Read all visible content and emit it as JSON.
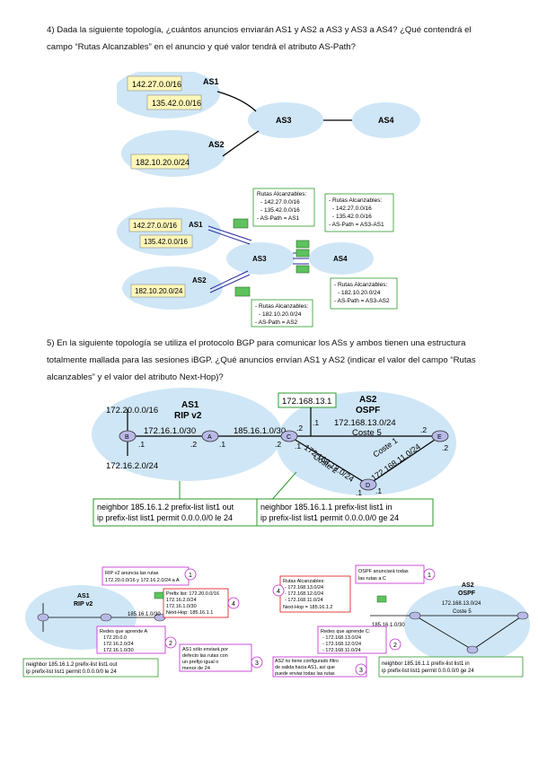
{
  "q4": {
    "text": "4) Dada la siguiente topología, ¿cuántos anuncios enviarán AS1 y AS2 a AS3 y AS3 a AS4? ¿Qué contendrá el campo “Rutas Alcanzables” en el anuncio y qué valor tendrá el atributo AS-Path?"
  },
  "fig1": {
    "as1": "AS1",
    "as2": "AS2",
    "as3": "AS3",
    "as4": "AS4",
    "net1": "142.27.0.0/16",
    "net2": "135.42.0.0/16",
    "net3": "182.10.20.0/24"
  },
  "fig2": {
    "as1": "AS1",
    "as2": "AS2",
    "as3": "AS3",
    "as4": "AS4",
    "net1": "142.27.0.0/16",
    "net2": "135.42.0.0/16",
    "net3": "182.10.20.0/24",
    "box_as1": [
      "Rutas Alcanzables:",
      "- 142.27.0.0/16",
      "- 135.42.0.0/16",
      "- AS-Path = AS1"
    ],
    "box_as3_top": [
      "- Rutas Alcanzables:",
      "- 142.27.0.0/16",
      "- 135.42.0.0/16",
      "- AS-Path = AS3-AS1"
    ],
    "box_as2": [
      "- Rutas Alcanzables:",
      "- 182.10.20.0/24",
      "- AS-Path = AS2"
    ],
    "box_as3_bottom": [
      "- Rutas Alcanzables:",
      "- 182.10.20.0/24",
      "- AS-Path = AS3-AS2"
    ]
  },
  "q5": {
    "text": "5) En la siguiente topología se utiliza el protocolo BGP para comunicar los ASs y ambos tienen una estructura totalmente mallada para las sesiones iBGP. ¿Qué anuncios envían AS1 y AS2 (indicar el valor del campo “Rutas alcanzables” y el valor del atributo Next-Hop)?"
  },
  "fig3": {
    "as1": "AS1",
    "as1_proto": "RIP v2",
    "as2": "AS2",
    "as2_proto": "OSPF",
    "net_a": "172.20.0.0/16",
    "net_b": "172.16.2.0/24",
    "net_c": "172.16.1.0/30",
    "link": "185.16.1.0/30",
    "lan": "172.168.13.1",
    "net_d": "172.168.13.0/24",
    "coste5": "Coste 5",
    "coste2": "Coste 2",
    "net_e": "172.168.12.0/24",
    "coste1": "Coste 1",
    "net_f": "172.168.11.0/24",
    "routers": [
      "B",
      "A",
      "C",
      "E",
      "D"
    ],
    "iface": [
      ".1",
      ".2",
      ".1",
      ".2",
      ".1",
      ".1",
      ".2",
      ".2",
      ".1",
      ".1",
      ".2"
    ],
    "cfg_left": [
      "neighbor 185.16.1.2 prefix-list list1 out",
      "ip prefix-list list1 permit 0.0.0.0/0 le 24"
    ],
    "cfg_right": [
      "neighbor 185.16.1.1 prefix-list list1 in",
      "ip prefix-list list1 permit 0.0.0.0/0 ge 24"
    ]
  },
  "fig4": {
    "as1": "AS1",
    "as1_proto": "RIP v2",
    "note1": [
      "RIP v2 anuncia las rutas",
      "172.20.0.0/16 y 172.16.2.0/24 a A"
    ],
    "note4": [
      "Prefix list: 172.20.0.0/16",
      "172.16.2.0/24",
      "172.16.1.0/30",
      "Next-Hop: 185.16.1.1"
    ],
    "note2": [
      "Redes que aprende A",
      "172.20.0.0",
      "172.16.2.0/24",
      "172.16.1.0/30"
    ],
    "note3": [
      "AS1 sólo enviará por",
      "defecto las rutas con",
      "un prefijo igual o",
      "menor de 24"
    ],
    "link": "185.16.1.0/30",
    "cfg": [
      "neighbor 185.16.1.2 prefix-list list1 out",
      "ip prefix-list list1 permit 0.0.0.0/0 le 24"
    ],
    "nums": [
      "1",
      "4",
      "2",
      "3"
    ]
  },
  "fig5": {
    "as2": "AS2",
    "as2_proto": "OSPF",
    "note1": [
      "OSPF anunciará todas",
      "las rutas a C"
    ],
    "note4": [
      "Rutas Alcanzables:",
      "- 172.168.13.0/24",
      "- 172.168.12.0/24",
      "- 172.168.11.0/24",
      "Next-Hop = 185.16.1.2"
    ],
    "note2": [
      "Redes que aprende C:",
      "- 172.168.13.0/24",
      "- 172.168.12.0/24",
      "- 172.168.11.0/24"
    ],
    "note3": [
      "AS2 no tiene configurado filtro",
      "de salida hacia AS1, así que",
      "puede enviar todas las rutas"
    ],
    "link": "185.16.1.0/30",
    "net_d": "172.168.13.0/24",
    "coste5": "Coste 5",
    "cfg": [
      "neighbor 185.16.1.1 prefix-list list1 in",
      "ip prefix-list list1 permit 0.0.0.0/0 ge 24"
    ],
    "nums": [
      "1",
      "4",
      "2",
      "3"
    ]
  }
}
